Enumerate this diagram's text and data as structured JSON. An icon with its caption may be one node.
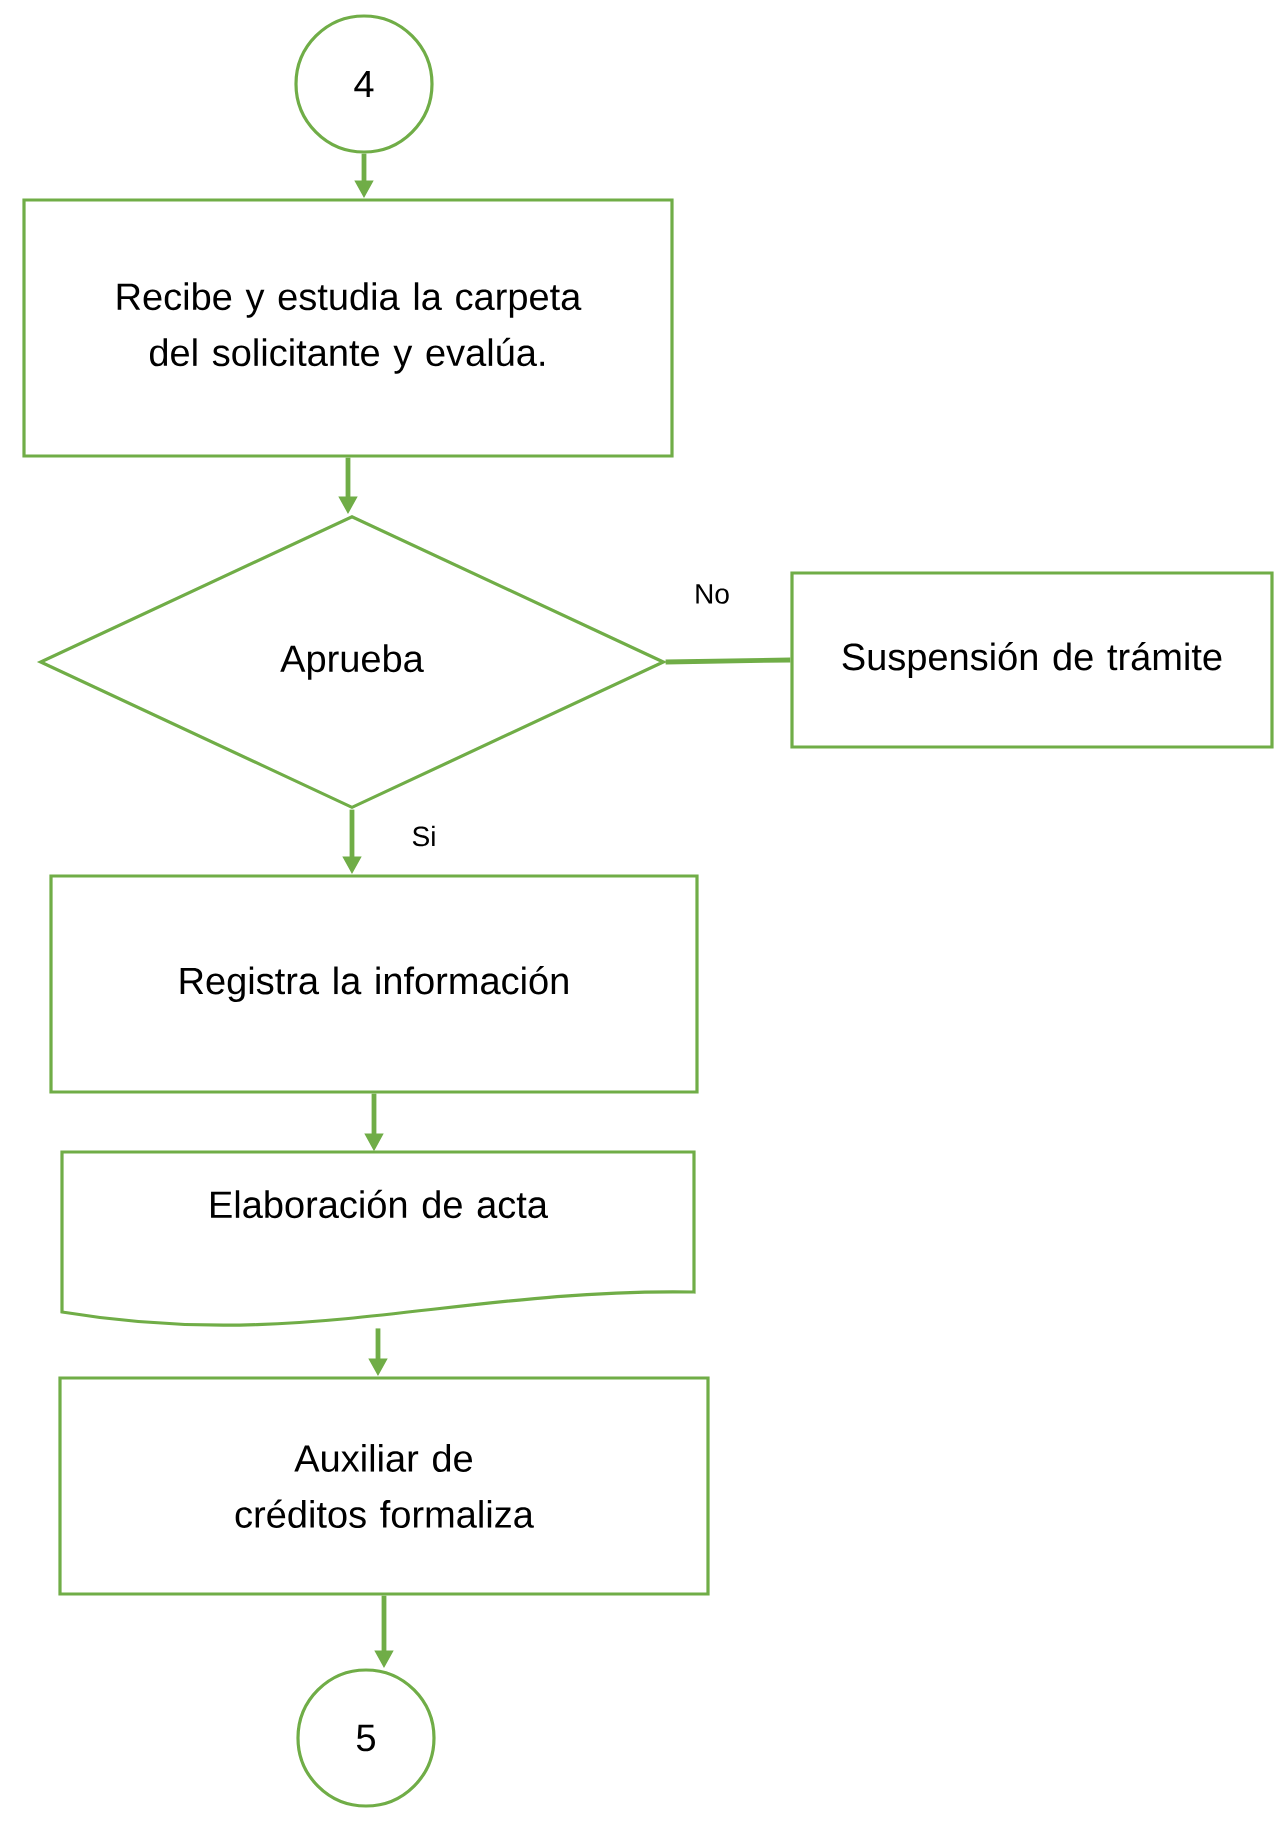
{
  "diagram": {
    "nodes": [
      {
        "text": [
          "4"
        ]
      },
      {
        "text": [
          "Recibe y estudia la carpeta del solicitante y evalúa."
        ]
      },
      {
        "text": [
          "Aprueba"
        ]
      },
      {
        "text": [
          "Suspensión de trámite"
        ]
      },
      {
        "text": [
          "Registra la información"
        ]
      },
      {
        "text": [
          "Elaboración de acta"
        ]
      },
      {
        "text": [
          "Auxiliar de créditos formaliza"
        ]
      },
      {
        "text": [
          "5"
        ]
      }
    ],
    "edges": [
      {
        "from": 0,
        "to": 1,
        "arrow": "to"
      },
      {
        "from": 1,
        "to": 2,
        "arrow": "to"
      },
      {
        "from": 2,
        "to": 3,
        "arrow": "none",
        "label": "No"
      },
      {
        "from": 2,
        "to": 4,
        "arrow": "to",
        "label": "Si"
      },
      {
        "from": 4,
        "to": 5,
        "arrow": "to"
      },
      {
        "from": 5,
        "to": 6,
        "arrow": "to"
      },
      {
        "from": 6,
        "to": 7,
        "arrow": "to"
      }
    ]
  }
}
